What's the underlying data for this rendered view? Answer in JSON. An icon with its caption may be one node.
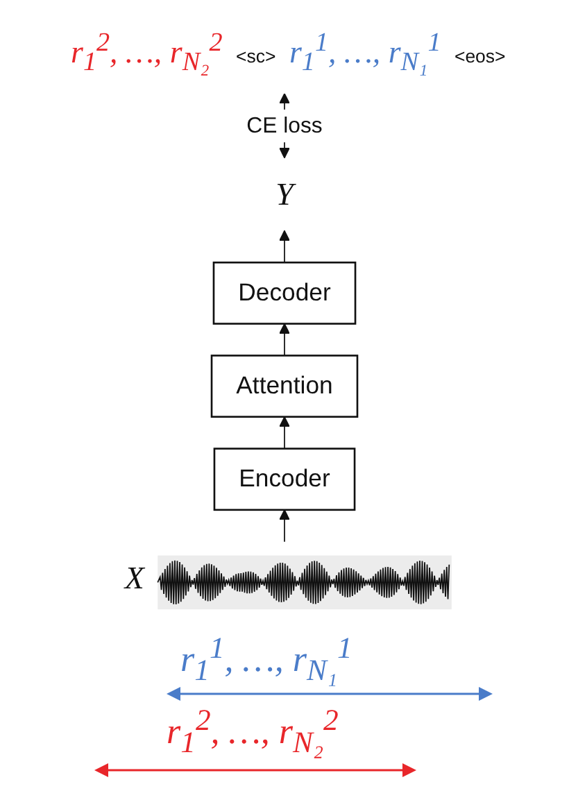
{
  "diagram": {
    "nodes": [
      {
        "text": [
          "r$_{1}$$^{2}$, …, r$_{N₂}$$^{2}$",
          "<sc>",
          "r$_{1}$$^{1}$, …, r$_{N₁}$$^{1}$",
          "<eos>"
        ]
      },
      {
        "text": [
          "Y"
        ]
      },
      {
        "text": [
          "Decoder"
        ]
      },
      {
        "text": [
          "Attention"
        ]
      },
      {
        "text": [
          "Encoder"
        ]
      },
      {
        "text": [],
        "shape": "picture",
        "beside": [
          "X"
        ]
      }
    ],
    "edges": [
      {
        "from": 1,
        "to": 0,
        "arrow": "both",
        "label": "CE loss"
      },
      {
        "from": 2,
        "to": 1,
        "arrow": "to"
      },
      {
        "from": 3,
        "to": 2,
        "arrow": "to"
      },
      {
        "from": 4,
        "to": 3,
        "arrow": "to"
      },
      {
        "from": 5,
        "to": 4,
        "arrow": "to"
      }
    ],
    "labels": [
      "r$_{1}$$^{1}$, …, r$_{N₁}$$^{1}$",
      "r$_{1}$$^{2}$, …, r$_{N₂}$$^{2}$"
    ]
  }
}
